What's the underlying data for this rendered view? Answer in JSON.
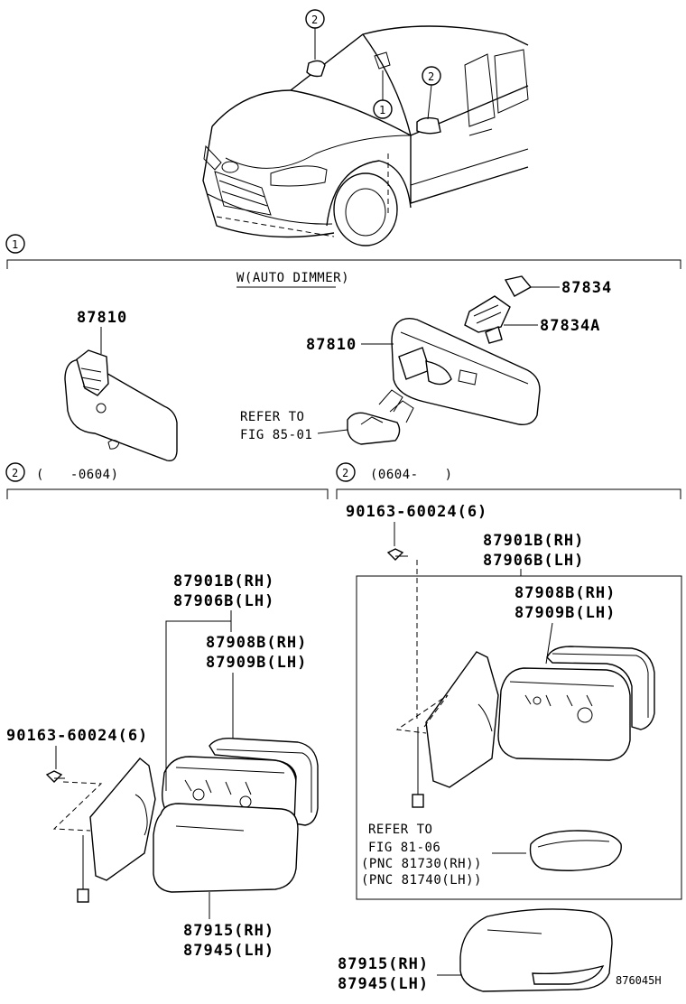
{
  "callouts": {
    "one": "1",
    "two": "2"
  },
  "section1": {
    "variant_label": "W(AUTO DIMMER)",
    "part_87810": "87810",
    "part_87834": "87834",
    "part_87834A": "87834A",
    "refer_line1": "REFER TO",
    "refer_line2": "FIG 85-01"
  },
  "section2_left": {
    "date_range": "(　　-0604)",
    "screw": "90163-60024(6)",
    "p87901B": "87901B(RH)",
    "p87906B": "87906B(LH)",
    "p87908B": "87908B(RH)",
    "p87909B": "87909B(LH)",
    "p87915": "87915(RH)",
    "p87945": "87945(LH)"
  },
  "section2_right": {
    "date_range": "(0604-　　)",
    "screw": "90163-60024(6)",
    "p87901B": "87901B(RH)",
    "p87906B": "87906B(LH)",
    "p87908B": "87908B(RH)",
    "p87909B": "87909B(LH)",
    "refer_line1": "REFER TO",
    "refer_line2": "FIG 81-06",
    "refer_line3": "(PNC 81730(RH))",
    "refer_line4": "(PNC 81740(LH))",
    "p87915": "87915(RH)",
    "p87945": "87945(LH)"
  },
  "figure_code": "876045H"
}
